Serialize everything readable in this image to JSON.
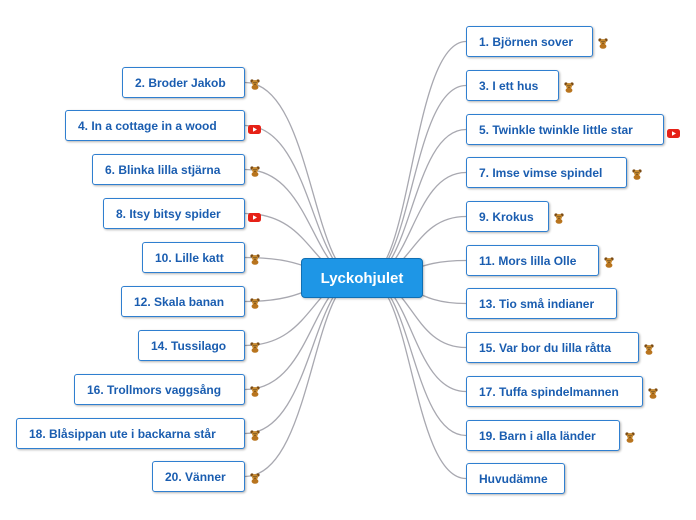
{
  "center": {
    "label": "Lyckohjulet"
  },
  "colors": {
    "accent": "#1e96e6",
    "node_border": "#2f7fd0",
    "node_text": "#1a5db0",
    "connector": "#a8a8b0",
    "youtube": "#e62117"
  },
  "right": [
    {
      "label": "1. Björnen sover",
      "icon": "bear-icon"
    },
    {
      "label": "3. I ett hus",
      "icon": "bear-icon"
    },
    {
      "label": "5. Twinkle twinkle little star",
      "icon": "youtube-icon"
    },
    {
      "label": "7. Imse vimse spindel",
      "icon": "bear-icon"
    },
    {
      "label": "9. Krokus",
      "icon": "bear-icon"
    },
    {
      "label": "11. Mors lilla Olle",
      "icon": "bear-icon"
    },
    {
      "label": "13. Tio små indianer",
      "icon": ""
    },
    {
      "label": "15. Var bor du lilla råtta",
      "icon": "bear-icon"
    },
    {
      "label": "17. Tuffa spindelmannen",
      "icon": "bear-icon"
    },
    {
      "label": "19. Barn i alla länder",
      "icon": "bear-icon"
    },
    {
      "label": "Huvudämne",
      "icon": ""
    }
  ],
  "left": [
    {
      "label": "2. Broder Jakob",
      "icon": "bear-icon"
    },
    {
      "label": "4. In a cottage in a wood",
      "icon": "youtube-icon"
    },
    {
      "label": "6. Blinka lilla stjärna",
      "icon": "bear-icon"
    },
    {
      "label": "8. Itsy bitsy spider",
      "icon": "youtube-icon"
    },
    {
      "label": "10. Lille katt",
      "icon": "bear-icon"
    },
    {
      "label": "12. Skala banan",
      "icon": "bear-icon"
    },
    {
      "label": "14. Tussilago",
      "icon": "bear-icon"
    },
    {
      "label": "16. Trollmors vaggsång",
      "icon": "bear-icon"
    },
    {
      "label": "18. Blåsippan ute i backarna står",
      "icon": "bear-icon"
    },
    {
      "label": "20. Vänner",
      "icon": "bear-icon"
    }
  ]
}
